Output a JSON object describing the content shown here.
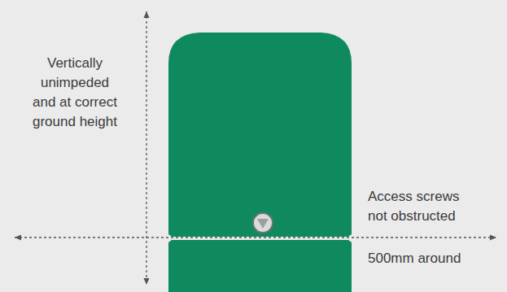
{
  "diagram": {
    "labels": [
      "Vertically unimpeded and at correct ground height",
      "Access screws not obstructed",
      "500mm around"
    ]
  }
}
